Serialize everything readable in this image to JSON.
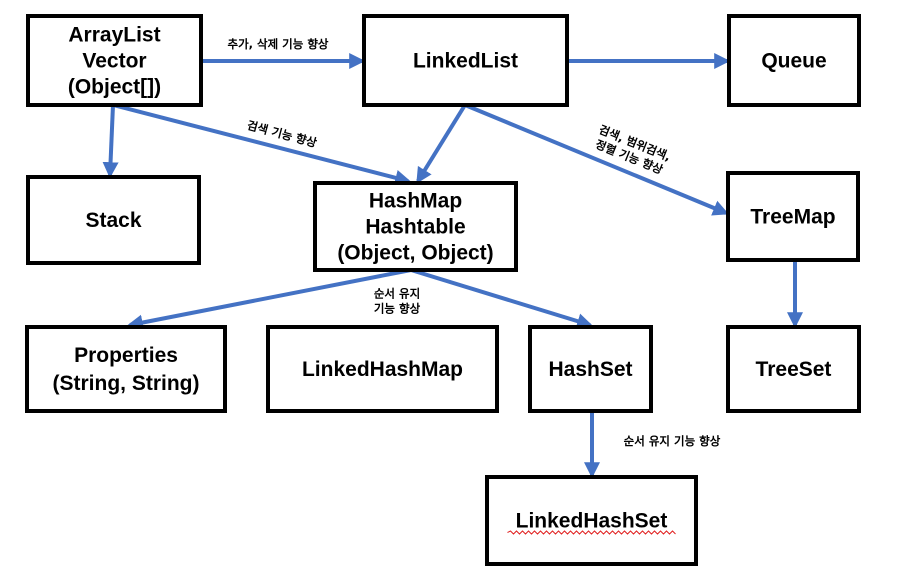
{
  "diagram": {
    "colors": {
      "arrow": "#4472C4",
      "box_border": "#000000",
      "box_fill": "#ffffff",
      "text": "#000000",
      "spellcheck": "#e02020"
    },
    "nodes": [
      {
        "id": "arraylist",
        "lines": [
          "ArrayList",
          "Vector",
          "(Object[])"
        ]
      },
      {
        "id": "linkedlist",
        "lines": [
          "LinkedList"
        ]
      },
      {
        "id": "queue",
        "lines": [
          "Queue"
        ]
      },
      {
        "id": "stack",
        "lines": [
          "Stack"
        ]
      },
      {
        "id": "hashmap",
        "lines": [
          "HashMap",
          "Hashtable",
          "(Object, Object)"
        ]
      },
      {
        "id": "treemap",
        "lines": [
          "TreeMap"
        ]
      },
      {
        "id": "properties",
        "lines": [
          "Properties",
          "(String, String)"
        ]
      },
      {
        "id": "linkedhashmap",
        "lines": [
          "LinkedHashMap"
        ]
      },
      {
        "id": "hashset",
        "lines": [
          "HashSet"
        ]
      },
      {
        "id": "treeset",
        "lines": [
          "TreeSet"
        ]
      },
      {
        "id": "linkedhashset",
        "lines": [
          "LinkedHashSet"
        ]
      }
    ],
    "edges": [
      {
        "id": "arraylist-linkedlist",
        "from": "arraylist",
        "to": "linkedlist",
        "label": [
          "추가, 삭제 기능 향상"
        ]
      },
      {
        "id": "linkedlist-queue",
        "from": "linkedlist",
        "to": "queue",
        "label": []
      },
      {
        "id": "arraylist-stack",
        "from": "arraylist",
        "to": "stack",
        "label": []
      },
      {
        "id": "arraylist-hashmap",
        "from": "arraylist",
        "to": "hashmap",
        "label": [
          "검색 기능 향상"
        ]
      },
      {
        "id": "linkedlist-hashmap",
        "from": "linkedlist",
        "to": "hashmap",
        "label": []
      },
      {
        "id": "linkedlist-treemap",
        "from": "linkedlist",
        "to": "treemap",
        "label": [
          "검색, 범위검색,",
          "정렬 기능 향상"
        ]
      },
      {
        "id": "hashmap-properties",
        "from": "hashmap",
        "to": "properties",
        "label": []
      },
      {
        "id": "hashmap-hashset",
        "from": "hashmap",
        "to": "hashset",
        "label": [
          "순서 유지",
          "기능 향상"
        ]
      },
      {
        "id": "treemap-treeset",
        "from": "treemap",
        "to": "treeset",
        "label": []
      },
      {
        "id": "hashset-linkedhashset",
        "from": "hashset",
        "to": "linkedhashset",
        "label": [
          "순서 유지 기능 향상"
        ]
      }
    ]
  }
}
